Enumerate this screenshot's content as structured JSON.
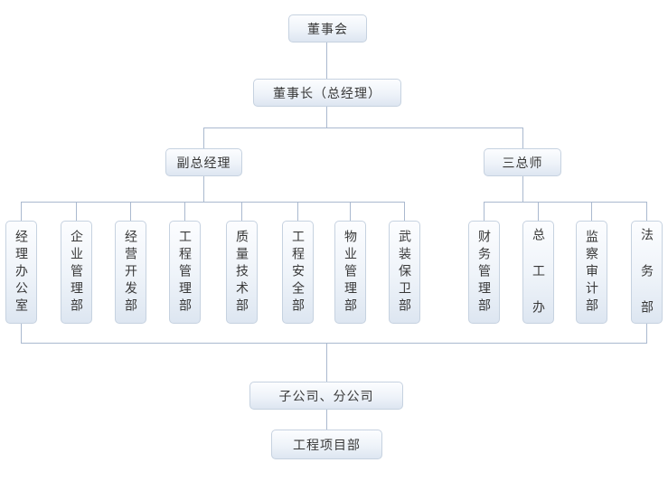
{
  "diagram": {
    "type": "org-chart",
    "nodes": {
      "board": "董事会",
      "chairman": "董事长（总经理）",
      "deputy_gm": "副总经理",
      "three_chiefs": "三总师",
      "subsidiaries": "子公司、分公司",
      "project_dept": "工程项目部"
    },
    "left_departments": [
      "经理办公室",
      "企业管理部",
      "经营开发部",
      "工程管理部",
      "质量技术部",
      "工程安全部",
      "物业管理部",
      "武装保卫部"
    ],
    "right_departments": [
      "财务管理部",
      "总 工 办",
      "监察审计部",
      "法 务 部"
    ],
    "hierarchy": {
      "root": "董事会",
      "children_of_board": [
        "董事长（总经理）"
      ],
      "children_of_chairman": [
        "副总经理",
        "三总师"
      ],
      "children_of_deputy_gm": [
        "经理办公室",
        "企业管理部",
        "经营开发部",
        "工程管理部",
        "质量技术部",
        "工程安全部",
        "物业管理部",
        "武装保卫部"
      ],
      "children_of_three_chiefs": [
        "财务管理部",
        "总工办",
        "监察审计部",
        "法务部"
      ],
      "children_of_departments": [
        "子公司、分公司"
      ],
      "children_of_subsidiaries": [
        "工程项目部"
      ]
    },
    "colors": {
      "background": "#ffffff",
      "box_border": "#c6d2e0",
      "box_fill_top": "#fcfdff",
      "box_fill_bottom": "#dde6f1",
      "connector": "#aab9cf",
      "text": "#383838"
    }
  }
}
